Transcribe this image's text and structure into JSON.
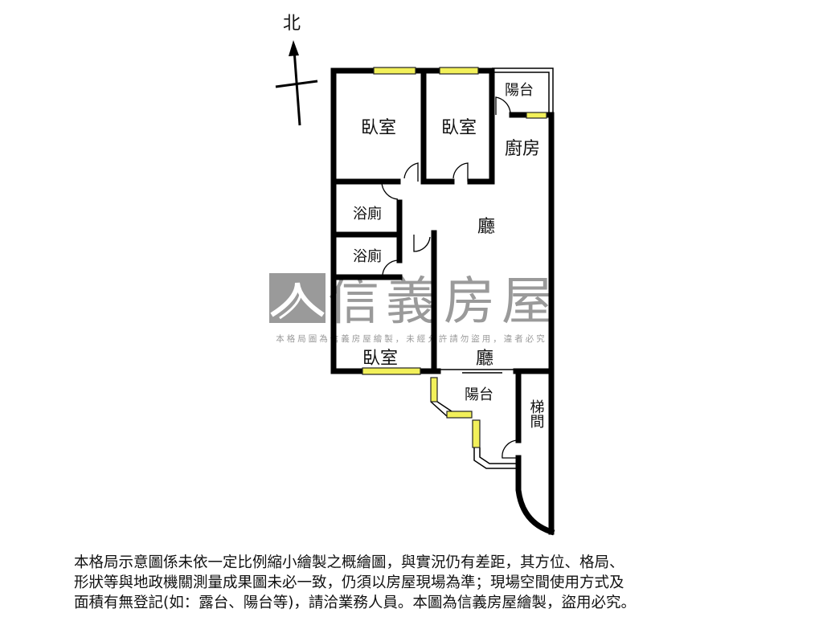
{
  "compass": {
    "north_label": "北"
  },
  "rooms": {
    "bedroom_nw": "臥室",
    "bedroom_n": "臥室",
    "kitchen_balcony": "陽台",
    "kitchen": "廚房",
    "bath_1": "浴廁",
    "bath_2": "浴廁",
    "living_1": "廳",
    "living_2": "廳",
    "bedroom_sw": "臥室",
    "front_balcony": "陽台",
    "stairwell": "梯間"
  },
  "watermark": {
    "brand": "信義房屋",
    "caption": "本格局圖為信義房屋繪製，未經允許請勿盜用，違者必究"
  },
  "colors": {
    "wall": "#000000",
    "window": "#f2f05a",
    "watermark": "#9a9a9a"
  },
  "disclaimer": [
    "本格局示意圖係未依一定比例縮小繪製之概繪圖，與實況仍有差距，其方位、格局、",
    "形狀等與地政機關測量成果圖未必一致，仍須以房屋現場為準；現場空間使用方式及",
    "面積有無登記(如：露台、陽台等)，請洽業務人員。本圖為信義房屋繪製，盜用必究。"
  ]
}
